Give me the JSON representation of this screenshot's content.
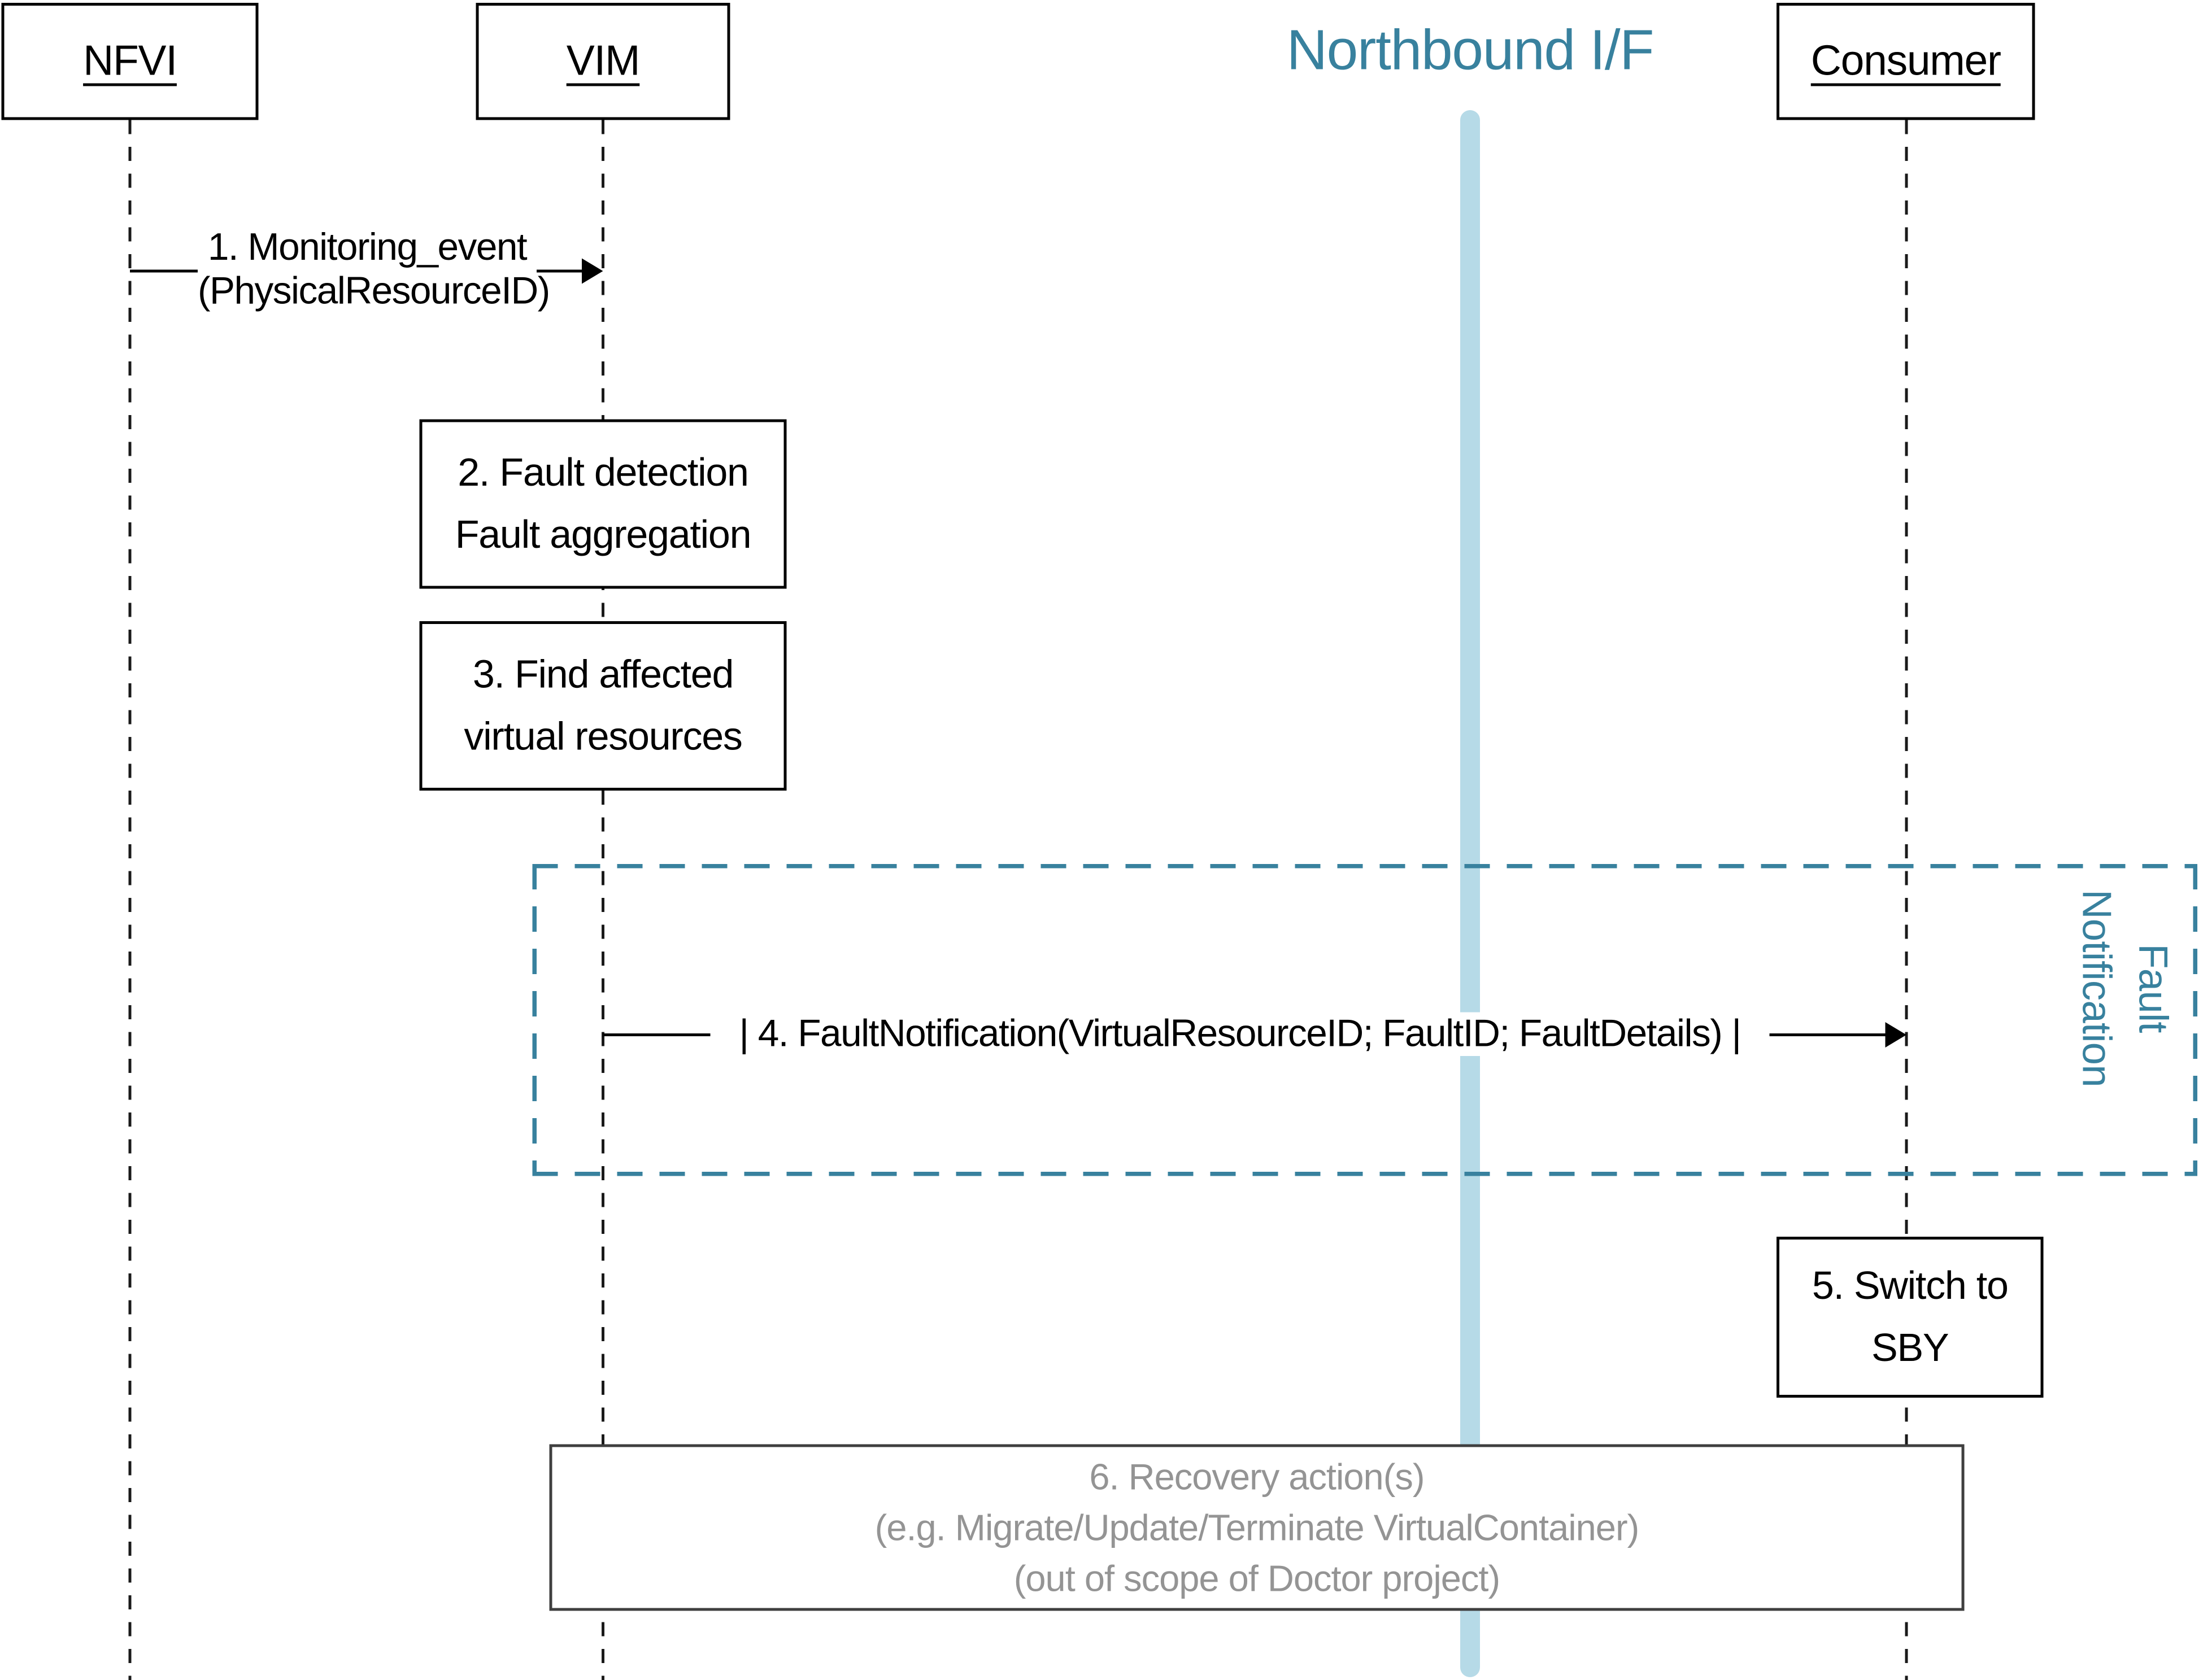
{
  "diagram": {
    "title": "Northbound I/F",
    "actors": [
      {
        "id": "nfvi",
        "label": "NFVI"
      },
      {
        "id": "vim",
        "label": "VIM"
      },
      {
        "id": "consumer",
        "label": "Consumer"
      }
    ],
    "messages": [
      {
        "id": "msg1",
        "from": "NFVI",
        "to": "VIM",
        "label": "1. Monitoring_event\n(PhysicalResourceID)"
      },
      {
        "id": "msg4",
        "from": "VIM",
        "to": "Consumer",
        "label": "| 4. FaultNotification(VirtualResourceID; FaultID; FaultDetails) |"
      }
    ],
    "steps": [
      {
        "id": "step2",
        "actor": "VIM",
        "label": "2. Fault detection\nFault aggregation"
      },
      {
        "id": "step3",
        "actor": "VIM",
        "label": "3. Find affected\nvirtual resources"
      },
      {
        "id": "step5",
        "actor": "Consumer",
        "label": "5. Switch to\nSBY"
      },
      {
        "id": "step6",
        "actor": "VIM-to-Consumer",
        "label": "6. Recovery action(s)\n(e.g. Migrate/Update/Terminate VirtualContainer)\n(out of scope of Doctor project)"
      }
    ],
    "frame": {
      "label": "Fault\nNotification"
    },
    "colors": {
      "teal": "#38819E",
      "light_blue": "#B6DAE7",
      "gray_text": "#949494",
      "black": "#000000"
    }
  }
}
